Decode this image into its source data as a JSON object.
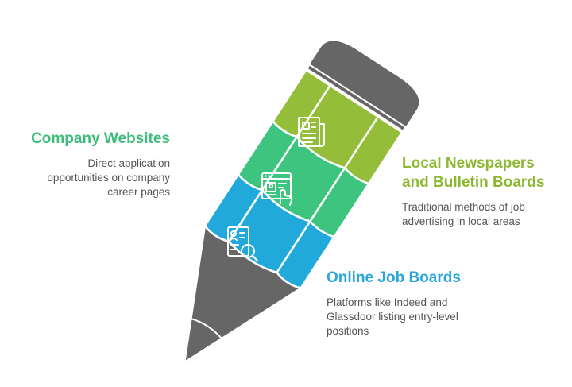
{
  "colors": {
    "green": "#94bd3a",
    "emerald": "#3dc47e",
    "blue": "#22a9dc",
    "tip": "#666666",
    "eraser": "#666666"
  },
  "items": [
    {
      "id": "company",
      "title": "Company Websites",
      "desc": [
        "Direct application",
        "opportunities on company",
        "career pages"
      ],
      "icon": "browser-user-click-icon"
    },
    {
      "id": "local",
      "title": [
        "Local Newspapers",
        "and Bulletin Boards"
      ],
      "desc": [
        "Traditional methods of job",
        "advertising in local areas"
      ],
      "icon": "newspaper-icon"
    },
    {
      "id": "online",
      "title": "Online Job Boards",
      "desc": [
        "Platforms like Indeed and",
        "Glassdoor listing entry-level",
        "positions"
      ],
      "icon": "resume-search-icon"
    }
  ]
}
